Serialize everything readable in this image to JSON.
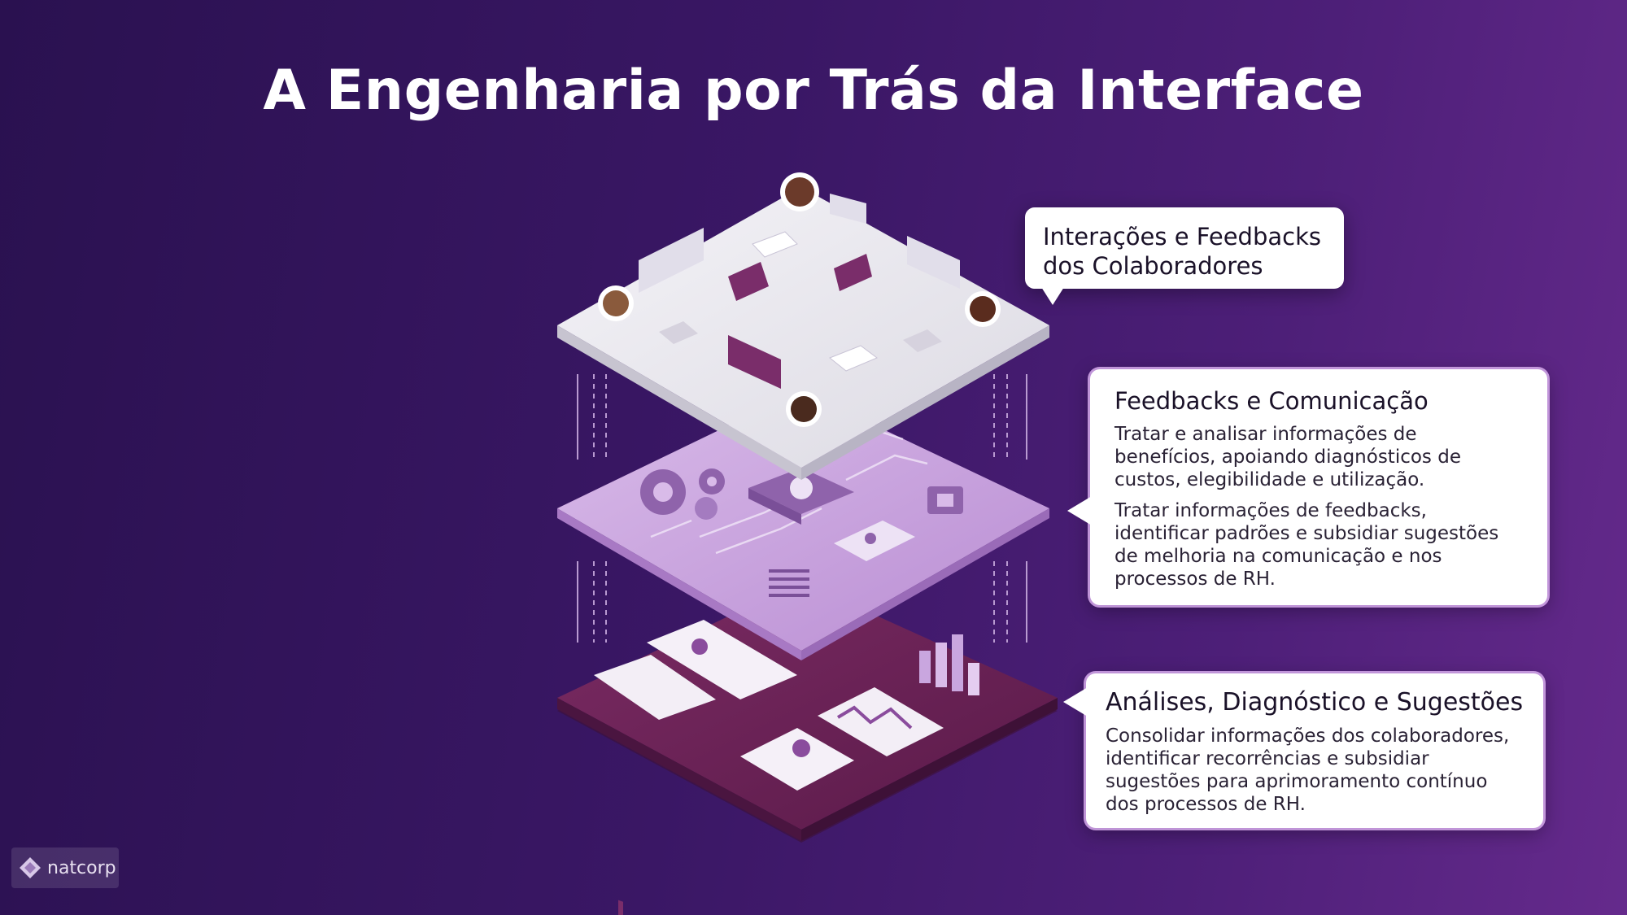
{
  "title": "A Engenharia por Trás da Interface",
  "callouts": {
    "top": {
      "heading_line1": "Interações e Feedbacks",
      "heading_line2": "dos Colaboradores"
    },
    "middle": {
      "heading": "Feedbacks e Comunicação",
      "para1": "Tratar e analisar informações de benefícios, apoiando diagnósticos de custos, elegibilidade e utilização.",
      "para2": "Tratar informações de feedbacks, identificar padrões e subsidiar sugestões de melhoria na comunicação e nos processos de RH."
    },
    "bottom": {
      "heading": "Análises, Diagnóstico e Sugestões",
      "para": "Consolidar informações dos colaboradores, identificar recorrências e subsidiar sugestões para aprimoramento contínuo dos processos de RH."
    }
  },
  "logo": {
    "text": "natcorp",
    "icon": "diamond-logo-icon"
  },
  "colors": {
    "top_layer": "#ecebf0",
    "middle_layer": "#c9a6df",
    "bottom_layer": "#6a2155",
    "accent": "#7a2d6a",
    "callout_border": "#d6aaec"
  }
}
